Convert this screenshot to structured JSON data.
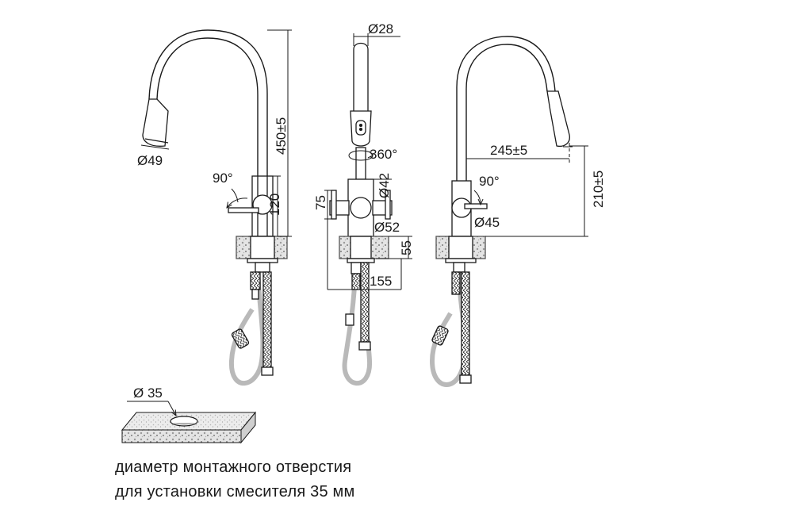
{
  "dimensions": {
    "spout_tip_diameter": "Ø49",
    "height_450": "450±5",
    "lever_angle_left": "90°",
    "body_height_120": "120",
    "spout_diameter": "Ø28",
    "rotation": "360°",
    "body_diameter_42": "Ø42",
    "height_75": "75",
    "base_diameter_52": "Ø52",
    "base_height_55": "55",
    "depth_155": "155",
    "reach_245": "245±5",
    "spout_height_210": "210±5",
    "lever_angle_right": "90°",
    "body_diameter_45": "Ø45",
    "hole_diameter": "Ø 35"
  },
  "caption": {
    "line1": "диаметр монтажного отверстия",
    "line2": "для установки смесителя 35 мм"
  },
  "colors": {
    "line": "#1a1a1a",
    "hose": "#b9b9b9",
    "granite": "#cfcfcf",
    "countertop": "#e2e2e2"
  }
}
